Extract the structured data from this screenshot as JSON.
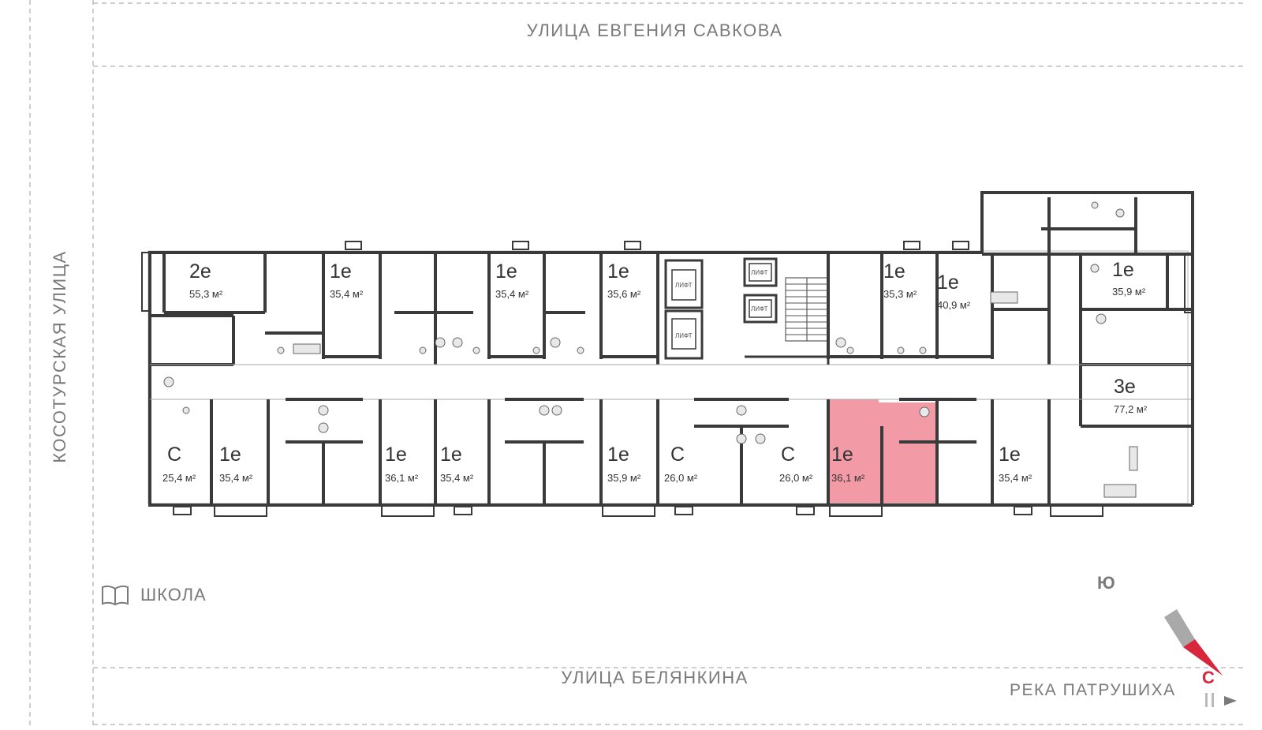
{
  "streets": {
    "top": "УЛИЦА ЕВГЕНИЯ САВКОВА",
    "bottom": "УЛИЦА БЕЛЯНКИНА",
    "left": "КОСОТУРСКАЯ УЛИЦА"
  },
  "landmarks": {
    "school": {
      "label": "ШКОЛА",
      "icon": "book-icon"
    },
    "river": {
      "label": "РЕКА ПАТРУШИХА",
      "icon": "arrow-right-icon"
    }
  },
  "compass": {
    "south_label": "Ю",
    "north_label": "С",
    "colors": {
      "south": "#a9a9a9",
      "north": "#d8263b"
    }
  },
  "lift_label": "ЛИФТ",
  "highlight_color": "#f08a98",
  "apartments": [
    {
      "id": "apt-2e-55-3",
      "type": "2e",
      "area": "55,3 м²"
    },
    {
      "id": "apt-1e-35-4-a",
      "type": "1e",
      "area": "35,4 м²"
    },
    {
      "id": "apt-1e-35-4-b",
      "type": "1e",
      "area": "35,4 м²"
    },
    {
      "id": "apt-1e-35-6",
      "type": "1e",
      "area": "35,6 м²"
    },
    {
      "id": "apt-1e-35-3",
      "type": "1e",
      "area": "35,3 м²"
    },
    {
      "id": "apt-1e-40-9",
      "type": "1e",
      "area": "40,9 м²"
    },
    {
      "id": "apt-1e-35-9-top",
      "type": "1e",
      "area": "35,9 м²"
    },
    {
      "id": "apt-3e-77-2",
      "type": "3e",
      "area": "77,2 м²"
    },
    {
      "id": "apt-c-25-4",
      "type": "С",
      "area": "25,4 м²"
    },
    {
      "id": "apt-1e-35-4-c",
      "type": "1e",
      "area": "35,4 м²"
    },
    {
      "id": "apt-1e-36-1-a",
      "type": "1e",
      "area": "36,1 м²"
    },
    {
      "id": "apt-1e-35-4-d",
      "type": "1e",
      "area": "35,4 м²"
    },
    {
      "id": "apt-1e-35-9-bottom",
      "type": "1e",
      "area": "35,9 м²"
    },
    {
      "id": "apt-c-26-0-a",
      "type": "С",
      "area": "26,0 м²"
    },
    {
      "id": "apt-c-26-0-b",
      "type": "С",
      "area": "26,0 м²"
    },
    {
      "id": "apt-1e-36-1-b",
      "type": "1e",
      "area": "36,1 м²",
      "selected": true
    },
    {
      "id": "apt-1e-35-4-e",
      "type": "1e",
      "area": "35,4 м²"
    }
  ]
}
